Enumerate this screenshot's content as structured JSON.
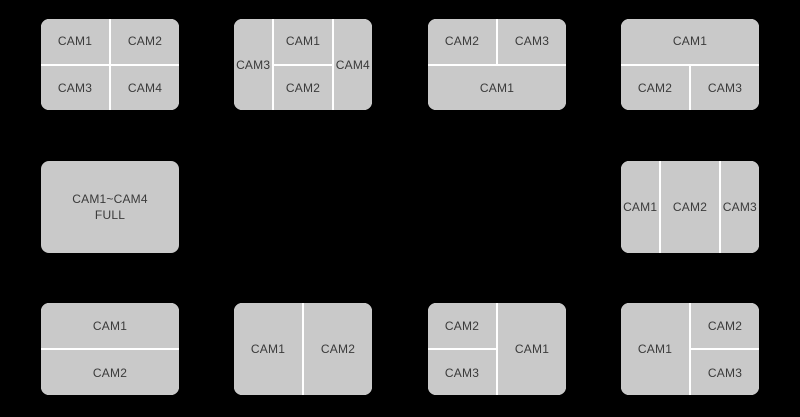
{
  "page": {
    "background": "#000000"
  },
  "style": {
    "panel_fill": "#c9c9c9",
    "divider_color": "#ffffff",
    "label_color": "#3a3a3a"
  },
  "layouts": [
    {
      "name": "quad-split",
      "cells": [
        "CAM1",
        "CAM2",
        "CAM3",
        "CAM4"
      ]
    },
    {
      "name": "center-vertical-split",
      "cells": [
        "CAM3",
        "CAM1",
        "CAM2",
        "CAM4"
      ]
    },
    {
      "name": "two-top-one-bottom",
      "cells": [
        "CAM2",
        "CAM3",
        "CAM1"
      ]
    },
    {
      "name": "one-top-two-bottom",
      "cells": [
        "CAM1",
        "CAM2",
        "CAM3"
      ]
    },
    {
      "name": "full-screen-sequence",
      "lines": [
        "CAM1~CAM4",
        "FULL"
      ]
    },
    {
      "name": "three-columns",
      "cells": [
        "CAM1",
        "CAM2",
        "CAM3"
      ]
    },
    {
      "name": "two-rows",
      "cells": [
        "CAM1",
        "CAM2"
      ]
    },
    {
      "name": "two-columns",
      "cells": [
        "CAM1",
        "CAM2"
      ]
    },
    {
      "name": "two-left-one-right",
      "cells": [
        "CAM2",
        "CAM3",
        "CAM1"
      ]
    },
    {
      "name": "one-left-two-right",
      "cells": [
        "CAM1",
        "CAM2",
        "CAM3"
      ]
    }
  ]
}
